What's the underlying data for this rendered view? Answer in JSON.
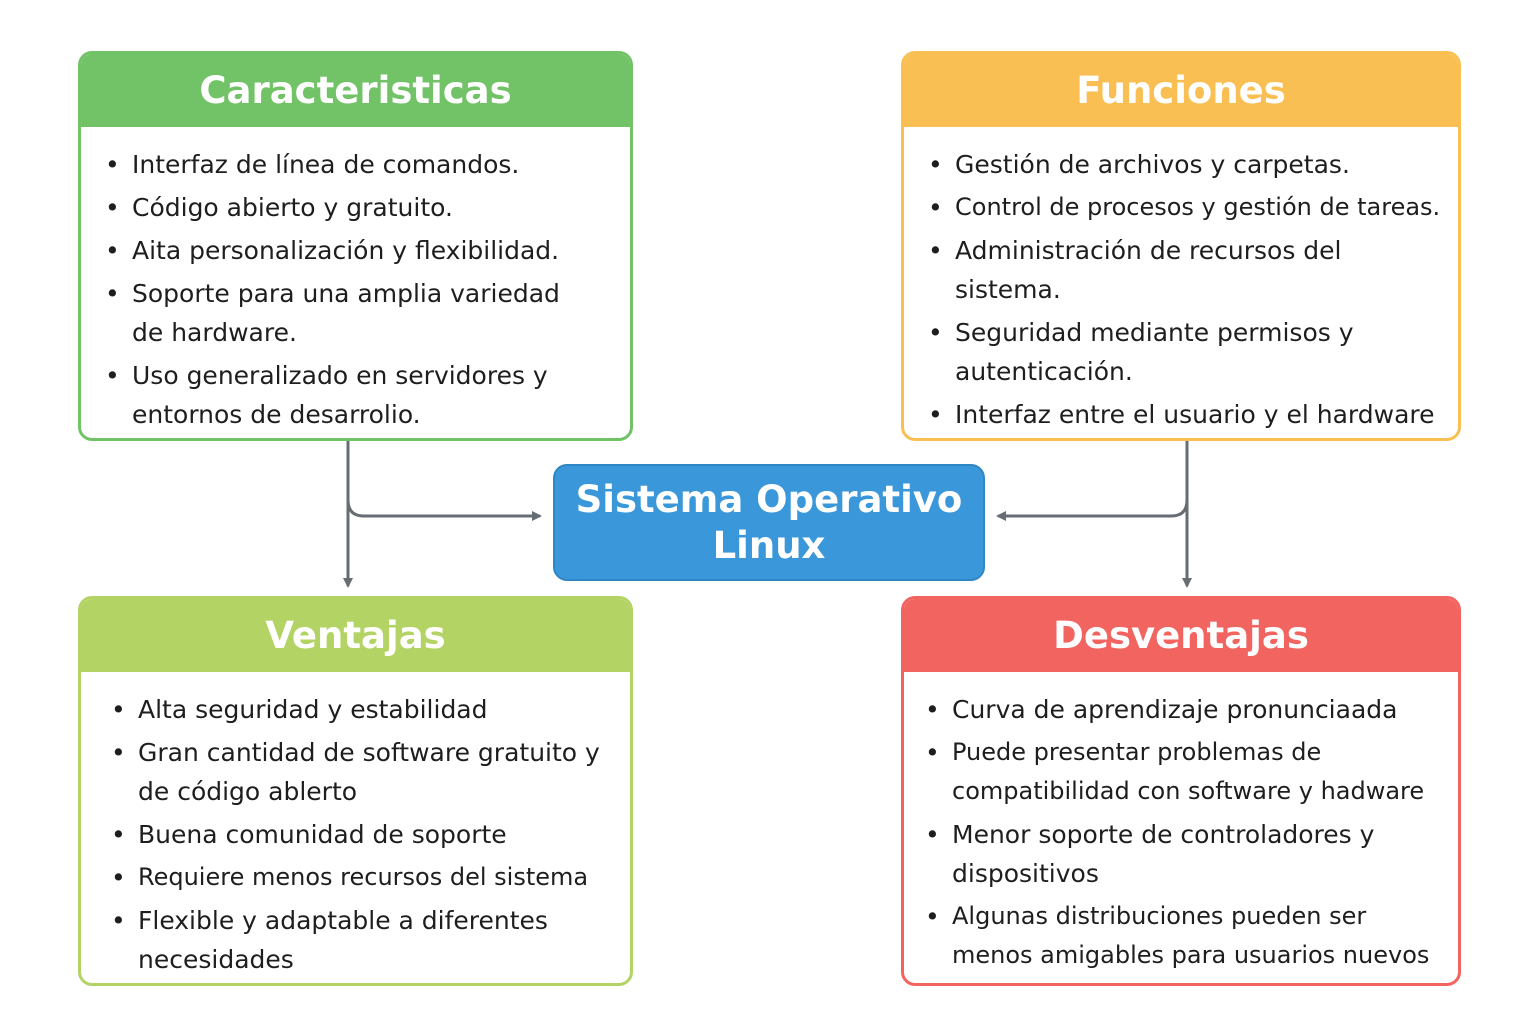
{
  "colors": {
    "caracteristicas": "#72c267",
    "funciones": "#f9bf52",
    "ventajas": "#b3d465",
    "desventajas": "#f2645f",
    "center": "#3a97d9",
    "connector": "#676d72"
  },
  "center": {
    "title": "Sistema Operativo Linux"
  },
  "caracteristicas": {
    "title": "Caracteristicas",
    "items": [
      "Interfaz de línea de comandos.",
      "Código abierto y gratuito.",
      "Aita personalización y flexibilidad.",
      "Soporte para una amplia variedad de hardware.",
      "Uso generalizado en servidores y entornos de desarrolio."
    ]
  },
  "funciones": {
    "title": "Funciones",
    "items": [
      "Gestión de archivos y carpetas.",
      "Control de procesos y gestión de tareas.",
      "Administración de recursos del sistema.",
      "Seguridad mediante permisos y autenticación.",
      "Interfaz entre el usuario y el hardware"
    ]
  },
  "ventajas": {
    "title": "Ventajas",
    "items": [
      "Alta seguridad y estabilidad",
      "Gran cantidad de software gratuito y de código ablerto",
      "Buena comunidad de soporte",
      "Requiere menos recursos del sistema",
      "Flexible y adaptable a diferentes necesidades"
    ]
  },
  "desventajas": {
    "title": "Desventajas",
    "items": [
      "Curva de aprendizaje pronunciaada",
      "Puede presentar problemas de compatibilidad con software y hadware",
      "Menor soporte de controladores y dispositivos",
      "Algunas distribuciones pueden ser menos amigables para usuarios nuevos"
    ]
  }
}
